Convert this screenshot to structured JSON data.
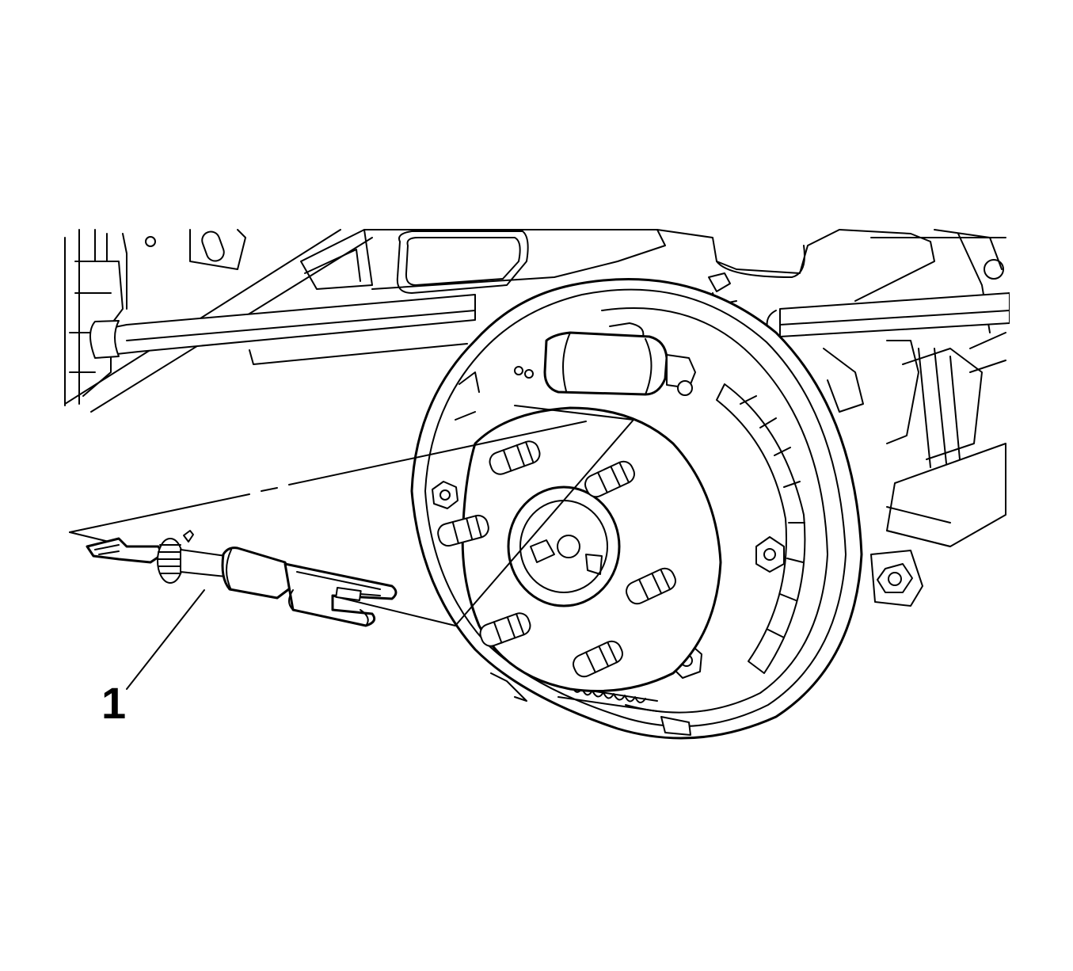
{
  "figure": {
    "callouts": [
      {
        "id": "1",
        "label": "1"
      }
    ]
  },
  "colors": {
    "line": "#000000",
    "background": "#ffffff"
  },
  "icons": [
    "brake-drum-assembly-illustration",
    "brake-adjuster-component-illustration"
  ]
}
